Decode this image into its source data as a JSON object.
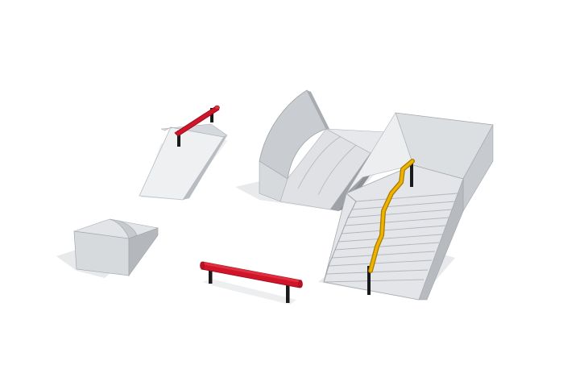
{
  "scene": {
    "background": "#ffffff",
    "colors": {
      "concrete_light": "#e9ebee",
      "concrete_mid": "#d3d6da",
      "concrete_dark": "#b3b7bc",
      "concrete_shadow": "#8f9398",
      "rail_red": "#d0142a",
      "rail_red_dark": "#8e0d1b",
      "rail_yellow": "#efb200",
      "rail_yellow_dark": "#a67a00",
      "post_black": "#1a1a1a",
      "ground_shadow": "#e4e5e7"
    },
    "objects": [
      "kicker-ramp-with-red-rail",
      "half-pipe-quarter-ramp",
      "stair-set-with-yellow-handrail",
      "ledge-box",
      "red-flat-bar"
    ]
  }
}
